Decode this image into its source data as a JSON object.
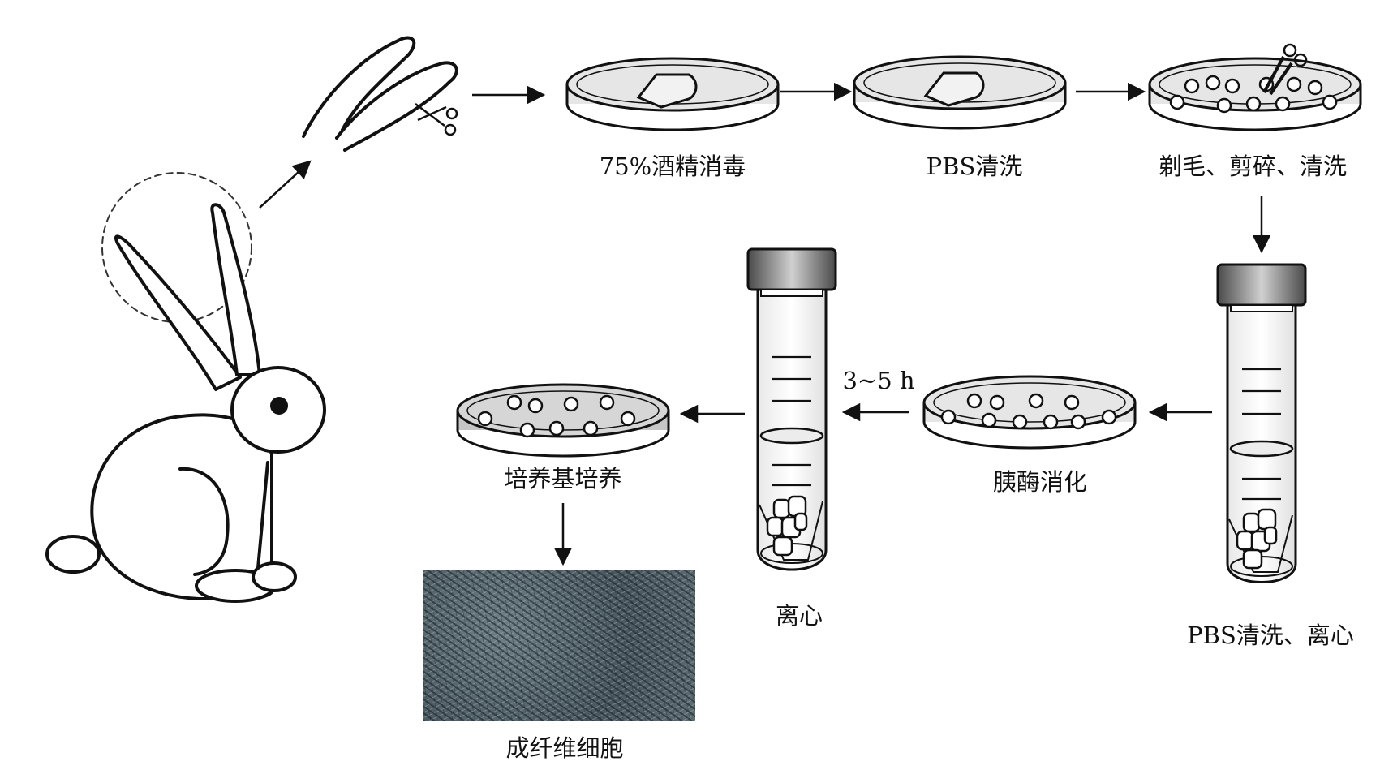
{
  "labels": {
    "alcohol": "75%酒精消毒",
    "pbs_wash": "PBS清洗",
    "shave_mince": "剃毛、剪碎、清洗",
    "pbs_centrifuge": "PBS清洗、离心",
    "trypsin": "胰酶消化",
    "duration": "3~5 h",
    "centrifuge": "离心",
    "culture": "培养基培养",
    "fibroblast": "成纤维细胞"
  },
  "colors": {
    "stroke": "#111111",
    "dish_fill": "#e6e6e6",
    "dish_fill_dark": "#c6c6c6",
    "cap_dark": "#555555",
    "cap_light": "#bdbdbd",
    "micrograph": "#5a6a70"
  },
  "icons": [
    "rabbit-icon",
    "scissors-icon",
    "petri-dish-icon",
    "centrifuge-tube-icon",
    "arrow-icon"
  ]
}
